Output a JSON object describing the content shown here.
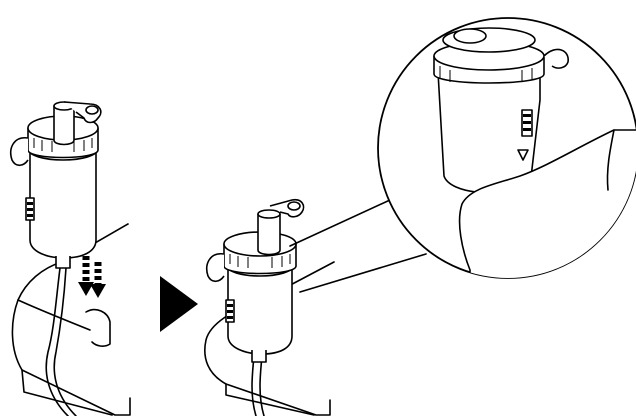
{
  "figure": {
    "panels": [
      {
        "id": "step-1",
        "action": "insert-downward",
        "arrow_style": "dashed-double"
      },
      {
        "id": "step-2",
        "action": "attached"
      },
      {
        "id": "detail",
        "shape": "circle-zoom",
        "marker": "filled-triangle-alignment"
      }
    ],
    "transition_icon": "right-pointing-triangle",
    "colors": {
      "line": "#000000",
      "background": "#ffffff"
    }
  }
}
